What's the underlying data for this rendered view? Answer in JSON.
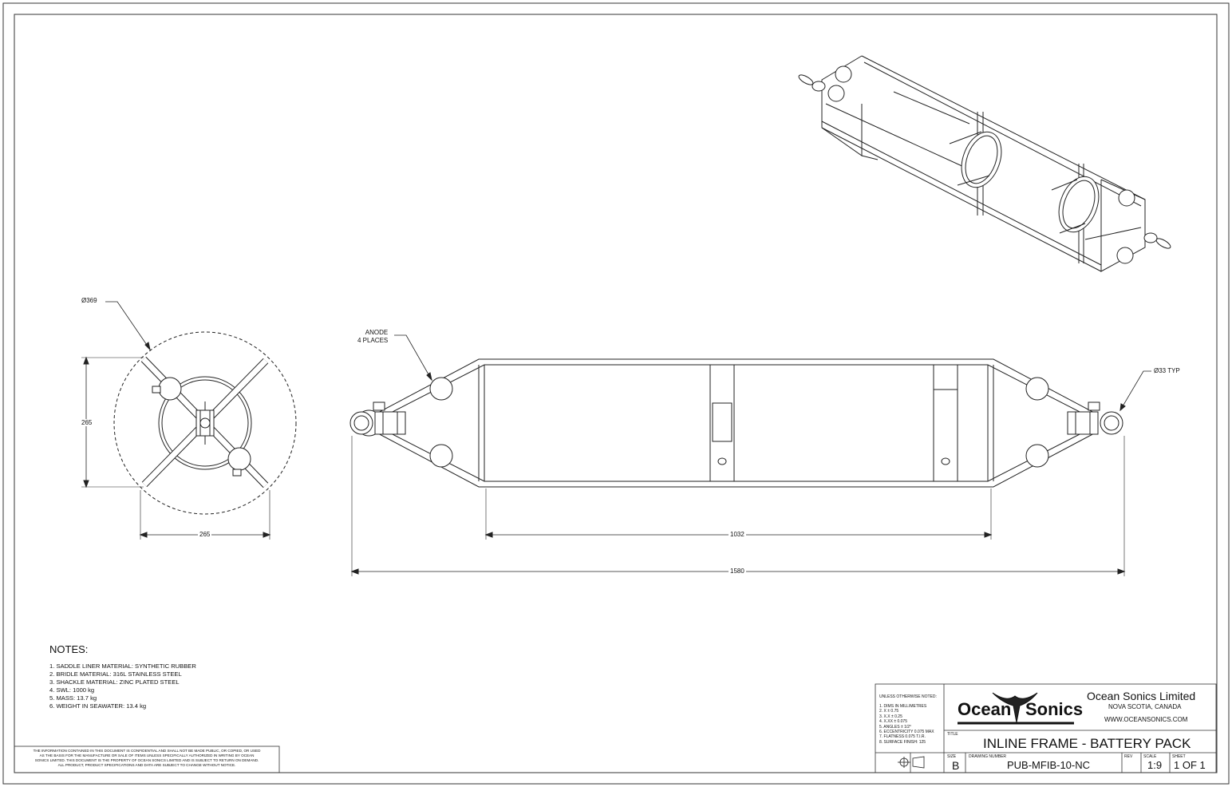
{
  "views": {
    "end_view": {
      "diameter_label": "Ø369",
      "height_dim": "265",
      "width_dim": "265"
    },
    "side_view": {
      "anode_label": [
        "ANODE",
        "4 PLACES"
      ],
      "shackle_dia_label": "Ø33 TYP",
      "inner_length_dim": "1032",
      "overall_length_dim": "1580"
    }
  },
  "notes": {
    "title": "NOTES:",
    "items": [
      "1. SADDLE LINER MATERIAL: SYNTHETIC RUBBER",
      "2. BRIDLE MATERIAL: 316L STAINLESS STEEL",
      "3. SHACKLE MATERIAL: ZINC PLATED STEEL",
      "4. SWL: 1000 kg",
      "5. MASS: 13.7 kg",
      "6. WEIGHT IN SEAWATER: 13.4 kg"
    ]
  },
  "disclaimer": [
    "THE INFORMATION CONTAINED IN THIS DOCUMENT IS CONFIDENTIAL AND SHALL NOT BE MADE PUBLIC, OR COPIED, OR USED",
    "AS THE BASIS FOR THE MANUFACTURE OR SALE OF ITEMS UNLESS SPECIFICALLY AUTHORIZED IN WRITING BY OCEAN",
    "SONICS LIMITED. THIS DOCUMENT IS THE PROPERTY OF OCEAN SONICS LIMITED AND IS SUBJECT TO RETURN ON DEMAND.",
    "ALL PRODUCT, PRODUCT SPECIFICATIONS AND DATA ARE SUBJECT TO CHANGE WITHOUT NOTICE."
  ],
  "title_block": {
    "tolerances_header": "UNLESS OTHERWISE NOTED:",
    "tolerances": [
      "1. DIMS IN MILLIMETRES",
      "2. X   ± 0.75",
      "3. X.X  ± 0.25",
      "4. X.XX ± 0.075",
      "5. ANGLES ± 1/2°",
      "6. ECCENTRICITY 0.075 MAX",
      "7. FLATNESS 0.075 T.I.R.",
      "8. SURFACE FINISH: 125"
    ],
    "logo_left": "Ocean",
    "logo_right": "Sonics",
    "company": "Ocean Sonics Limited",
    "location": "NOVA SCOTIA, CANADA",
    "website": "WWW.OCEANSONICS.COM",
    "title_caption": "TITLE",
    "title": "INLINE FRAME - BATTERY PACK",
    "size_caption": "SIZE",
    "size": "B",
    "drawing_number_caption": "DRAWING NUMBER",
    "drawing_number": "PUB-MFIB-10-NC",
    "rev_caption": "REV",
    "scale_caption": "SCALE",
    "scale": "1:9",
    "sheet_caption": "SHEET",
    "sheet": "1 OF 1"
  }
}
